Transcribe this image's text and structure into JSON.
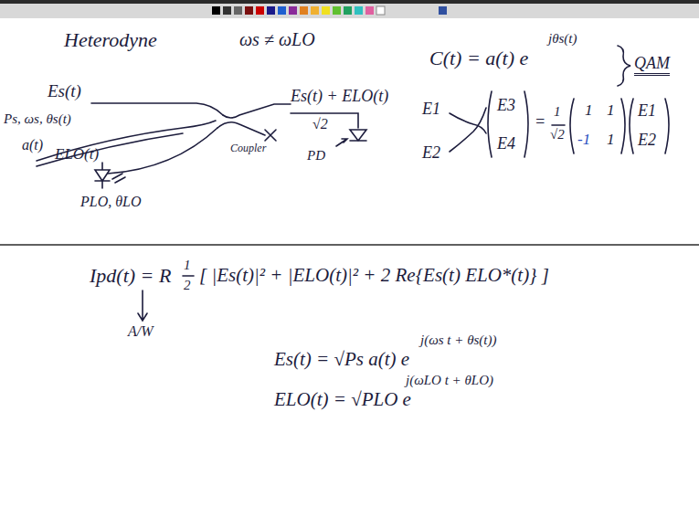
{
  "diagram": {
    "title": "Heterodyne",
    "labels": [
      "ωs ≠ ωLO",
      "C(t) = a(t) e",
      "jθs(t)",
      "QAM",
      "Es(t)",
      "Ps, ωs, θs(t)",
      "a(t)",
      "ELO(t)",
      "PLO, θLO",
      "Coupler",
      "Es(t) + ELO(t)",
      "√2",
      "PD",
      "E1",
      "E2",
      "E3",
      "E4",
      "=",
      "1",
      "√2",
      "1",
      "1",
      "-1",
      "1",
      "E1",
      "E2",
      "Ipd(t) = R",
      "1",
      "2",
      "[ |Es(t)|² + |ELO(t)|² + 2 Re{Es(t) ELO*(t)} ]",
      "A/W",
      "Es(t) = √Ps a(t) e",
      "j(ωs t + θs(t))",
      "ELO(t) = √PLO e",
      "j(ωLO t + θLO)"
    ]
  }
}
